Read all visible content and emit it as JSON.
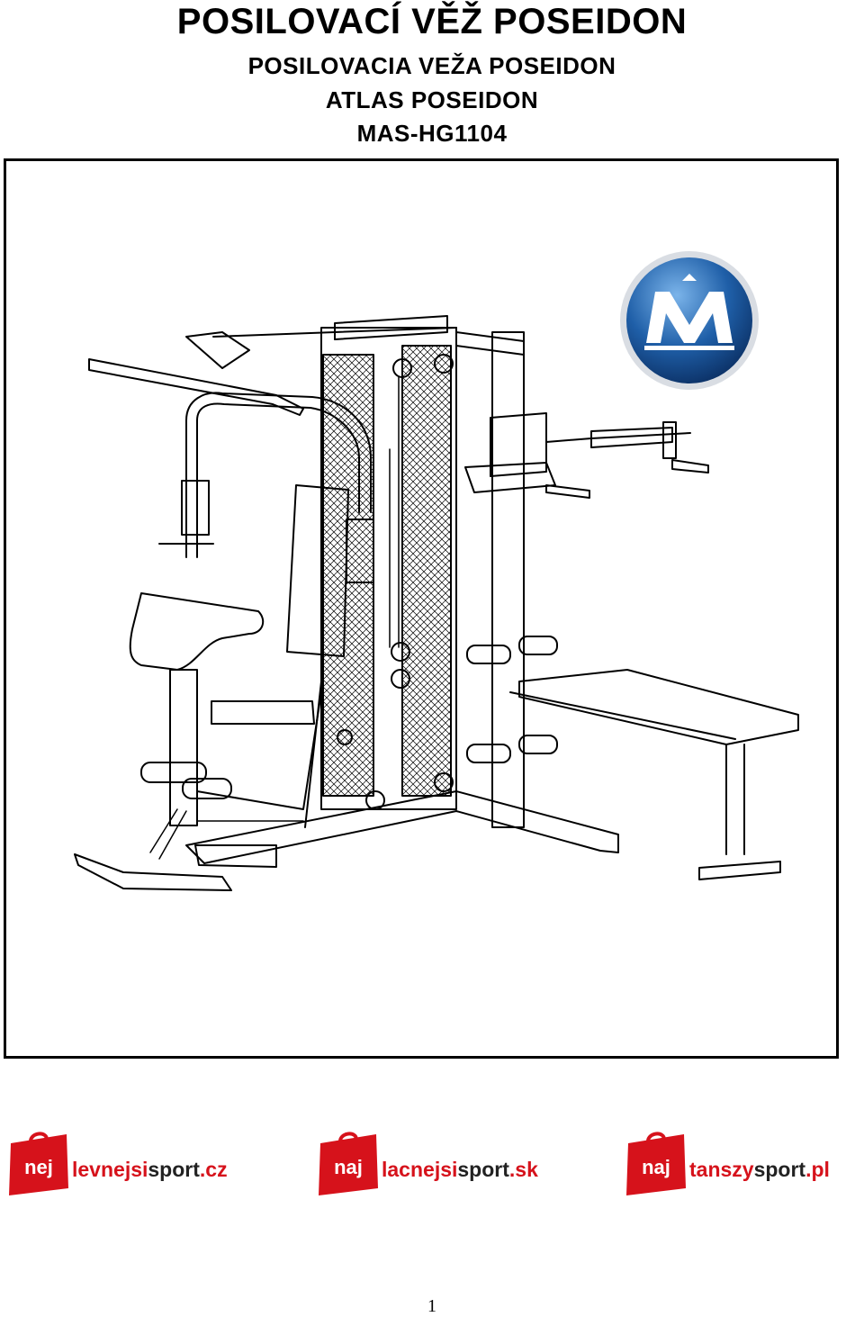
{
  "titles": {
    "line1": "POSILOVACÍ VĚŽ POSEIDON",
    "line2": "POSILOVACIA VEŽA POSEIDON",
    "line3": "ATLAS POSEIDON",
    "line4": "MAS-HG1104"
  },
  "shops": [
    {
      "bag_label": "nej",
      "name_red": "levnejsi",
      "name_dark": "sport",
      "name_tld": ".cz"
    },
    {
      "bag_label": "naj",
      "name_red": "lacnejsi",
      "name_dark": "sport",
      "name_tld": ".sk"
    },
    {
      "bag_label": "naj",
      "name_red": "tanszy",
      "name_dark": "sport",
      "name_tld": ".pl"
    }
  ],
  "page_number": "1",
  "colors": {
    "brand_red": "#d6121b",
    "logo_blue": "#1f5fa8"
  },
  "illustration": {
    "subject": "multi-station home gym line drawing",
    "logo_icon": "mm-logo-icon"
  }
}
